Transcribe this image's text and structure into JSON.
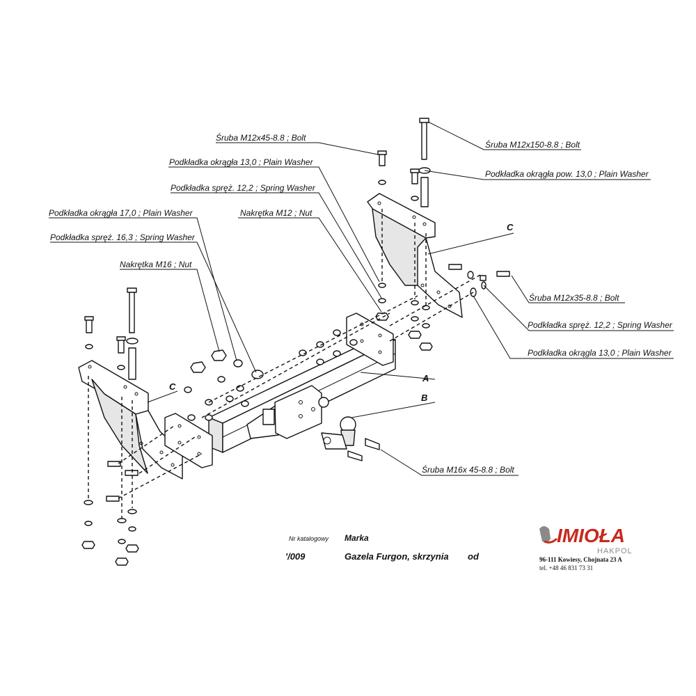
{
  "labels": {
    "bolt_m12x45": "Śruba M12x45-8.8 ;  Bolt",
    "bolt_m12x150": "Śruba M12x150-8.8 ;  Bolt",
    "washer_13_top": "Podkładka okrągła 13,0 ;  Plain Washer",
    "washer_pow_13": "Podkładka okrągła pow. 13,0 ;  Plain Washer",
    "spring_12_top": "Podkładka spręż. 12,2 ; Spring Washer",
    "washer_17": "Podkładka okrągła 17,0 ;  Plain Washer",
    "nut_m12": "Nakrętka  M12 ; Nut",
    "spring_16": "Podkładka spręż. 16,3 ; Spring Washer",
    "nut_m16": "Nakrętka  M16 ; Nut",
    "bolt_m12x35": "Śruba M12x35-8.8 ;  Bolt",
    "spring_12_right": "Podkładka spręż. 12,2 ; Spring Washer",
    "washer_13_right": "Podkładka okrągla 13,0 ;  Plain Washer",
    "bolt_m16x45": "Śruba M16x 45-8.8 ;  Bolt"
  },
  "part_letters": {
    "a": "A",
    "b": "B",
    "c_left": "C",
    "c_right": "C"
  },
  "title_block": {
    "catalog_label": "Nr katalogowy",
    "brand_label": "Marka",
    "catalog_number": "'/009",
    "vehicle": "Gazela Furgon, skrzynia",
    "from": "od"
  },
  "company": {
    "logo_text": "IMIOŁA",
    "logo_sub": "HAKPOL",
    "address": "96-111 Kowiesy, Chojnata 23 A",
    "phone": "tel. +48 46 831 73 31"
  },
  "colors": {
    "logo_red": "#c8281e",
    "logo_gray": "#8a8a8a",
    "line": "#111111"
  }
}
